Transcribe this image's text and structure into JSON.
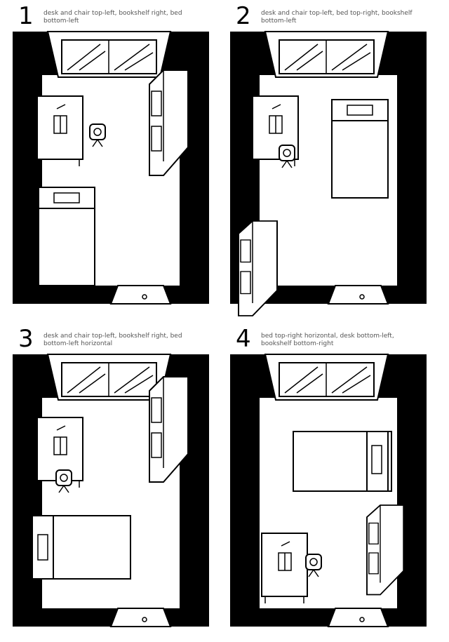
{
  "panels": [
    {
      "label": "1",
      "layout": "desk and chair top-left, bookshelf right, bed bottom-left"
    },
    {
      "label": "2",
      "layout": "desk and chair top-left, bed top-right, bookshelf bottom-left"
    },
    {
      "label": "3",
      "layout": "desk and chair top-left, bookshelf right, bed bottom-left horizontal"
    },
    {
      "label": "4",
      "layout": "bed top-right horizontal, desk bottom-left, bookshelf bottom-right"
    }
  ]
}
